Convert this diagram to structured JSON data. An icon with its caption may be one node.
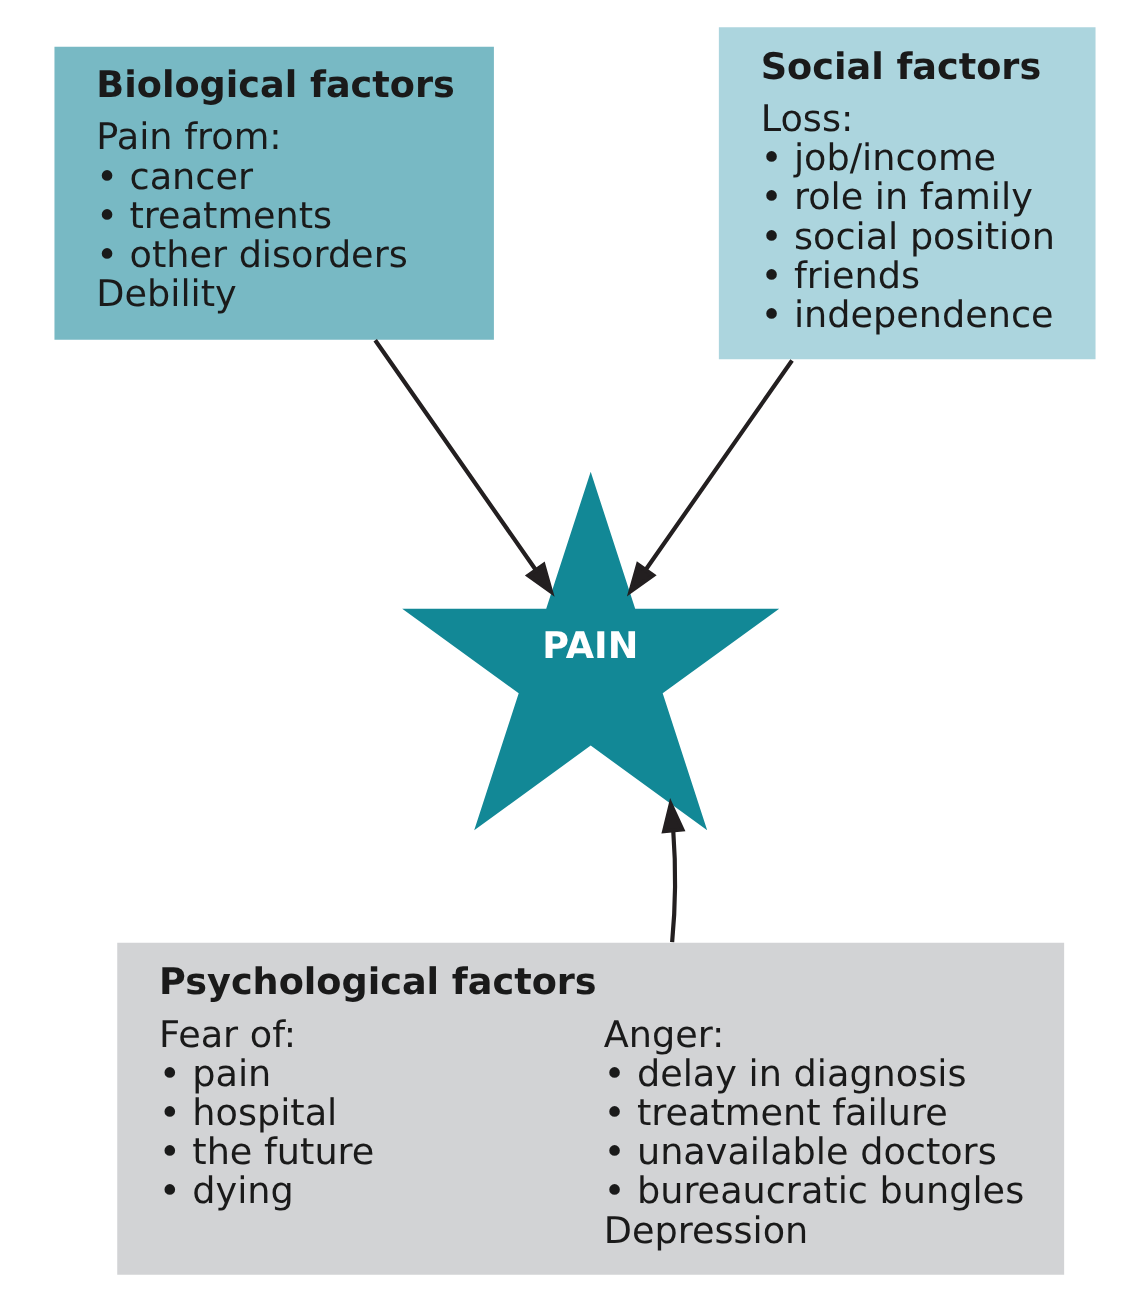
{
  "diagram": {
    "nodes": [
      {
        "text": [
          "Biological factors",
          "Pain from:",
          "• cancer",
          "• treatments",
          "• other disorders",
          "Debility"
        ]
      },
      {
        "text": [
          "Social factors",
          "Loss:",
          "• job/income",
          "• role in family",
          "• social position",
          "• friends",
          "• independence"
        ]
      },
      {
        "text": [
          "PAIN"
        ]
      },
      {
        "text": [
          "Psychological factors",
          "Fear of:",
          "• pain",
          "• hospital",
          "• the future",
          "• dying",
          "Anger:",
          "• delay in diagnosis",
          "• treatment failure",
          "• unavailable doctors",
          "• bureaucratic bungles",
          "Depression"
        ]
      }
    ],
    "edges": [
      {
        "from": 0,
        "to": 2,
        "arrow": "to"
      },
      {
        "from": 1,
        "to": 2,
        "arrow": "to"
      },
      {
        "from": 3,
        "to": 2,
        "arrow": "to"
      }
    ]
  }
}
